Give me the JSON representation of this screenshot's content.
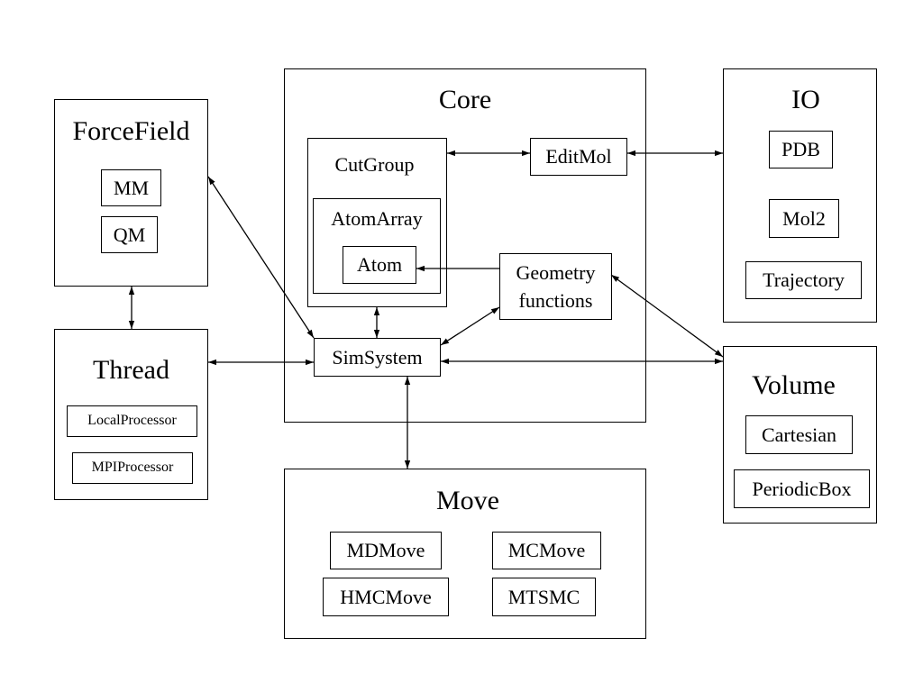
{
  "forcefield": {
    "title": "ForceField",
    "items": [
      "MM",
      "QM"
    ]
  },
  "thread": {
    "title": "Thread",
    "items": [
      "LocalProcessor",
      "MPIProcessor"
    ]
  },
  "core": {
    "title": "Core",
    "cutgroup": "CutGroup",
    "atomarray": "AtomArray",
    "atom": "Atom",
    "editmol": "EditMol",
    "geometry_line1": "Geometry",
    "geometry_line2": "functions",
    "simsystem": "SimSystem"
  },
  "io": {
    "title": "IO",
    "items": [
      "PDB",
      "Mol2",
      "Trajectory"
    ]
  },
  "volume": {
    "title": "Volume",
    "items": [
      "Cartesian",
      "PeriodicBox"
    ]
  },
  "move": {
    "title": "Move",
    "items": [
      "MDMove",
      "MCMove",
      "HMCMove",
      "MTSMC"
    ]
  }
}
